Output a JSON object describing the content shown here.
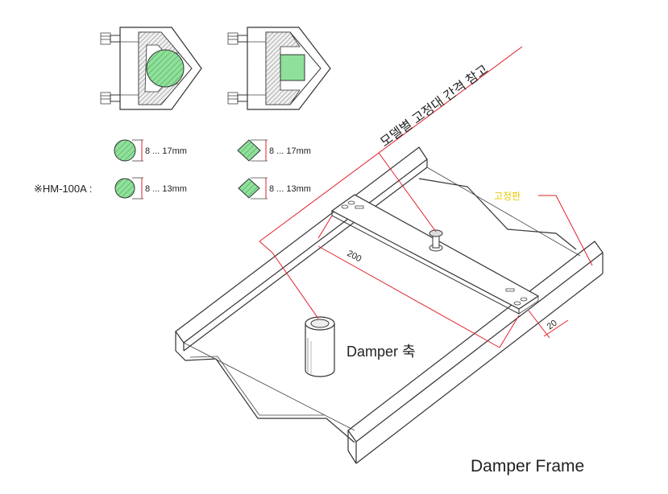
{
  "diagram": {
    "clamp_round_range": "8 ... 17mm",
    "clamp_square_range": "8 ... 17mm",
    "hm_model_label": "※HM-100A :",
    "hm_round_range": "8 ... 13mm",
    "hm_square_range": "8 ... 13mm",
    "spacing_note": "모델별 고정대 간격 참고",
    "fixing_plate_label": "고정판",
    "dimension_200": "200",
    "dimension_20": "20",
    "damper_shaft_label": "Damper 축",
    "title": "Damper Frame"
  },
  "colors": {
    "dimension_line": "#e0202a",
    "fill_green": "#7fd98a",
    "fixing_plate_text": "#e8c800",
    "line": "#333333"
  }
}
